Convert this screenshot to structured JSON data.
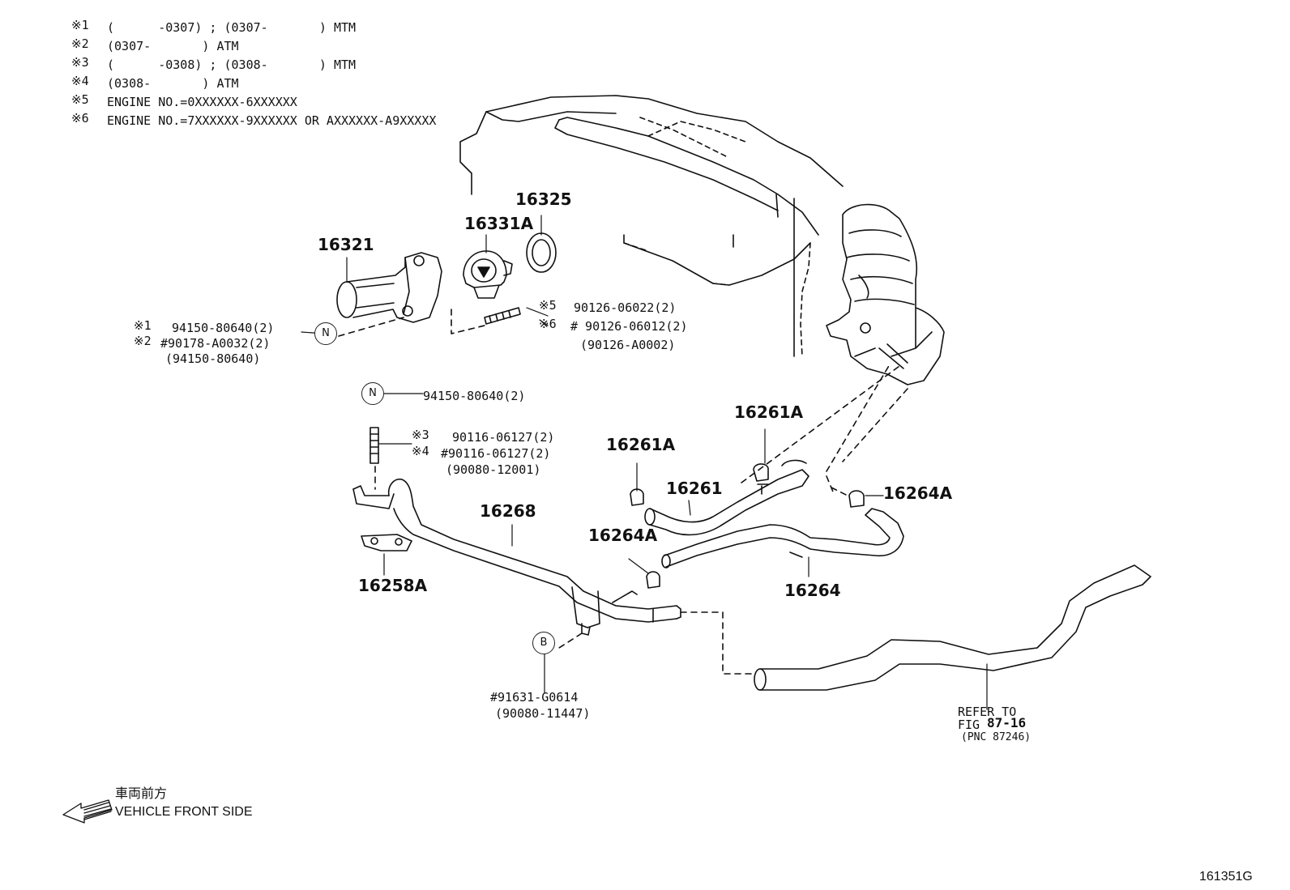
{
  "notes": [
    {
      "mark": "※1",
      "text": "(      -0307) ; (0307-       ) MTM"
    },
    {
      "mark": "※2",
      "text": "(0307-       ) ATM"
    },
    {
      "mark": "※3",
      "text": "(      -0308) ; (0308-       ) MTM"
    },
    {
      "mark": "※4",
      "text": "(0308-       ) ATM"
    },
    {
      "mark": "※5",
      "text": "ENGINE NO.=0XXXXXX-6XXXXXX"
    },
    {
      "mark": "※6",
      "text": "ENGINE NO.=7XXXXXX-9XXXXXX OR AXXXXXX-A9XXXXX"
    }
  ],
  "parts": {
    "p16325": "16325",
    "p16331A": "16331A",
    "p16321": "16321",
    "p16261A_top": "16261A",
    "p16261A_left": "16261A",
    "p16261": "16261",
    "p16264A_right": "16264A",
    "p16264A_left": "16264A",
    "p16268": "16268",
    "p16258A": "16258A",
    "p16264": "16264"
  },
  "callouts": {
    "n1_line1_mark": "※1",
    "n1_line1": "94150-80640(2)",
    "n1_line2_mark": "※2",
    "n1_line2": "#90178-A0032(2)",
    "n1_line3": "(94150-80640)",
    "n1_badge": "N",
    "s5_mark": "※5",
    "s5": "90126-06022(2)",
    "s6_mark": "※6",
    "s6": "# 90126-06012(2)",
    "s6b": "(90126-A0002)",
    "n2_badge": "N",
    "n2": "94150-80640(2)",
    "s3_mark": "※3",
    "s3": "90116-06127(2)",
    "s4_mark": "※4",
    "s4": "#90116-06127(2)",
    "s4b": "(90080-12001)",
    "b_badge": "B",
    "b1": "#91631-G0614",
    "b2": "(90080-11447)"
  },
  "refer": {
    "line1": "REFER TO",
    "line2a": "FIG ",
    "line2b": "87-16",
    "line3": "(PNC 87246)"
  },
  "direction": {
    "jp": "車両前方",
    "en": "VEHICLE FRONT SIDE"
  },
  "figure_id": "161351G"
}
